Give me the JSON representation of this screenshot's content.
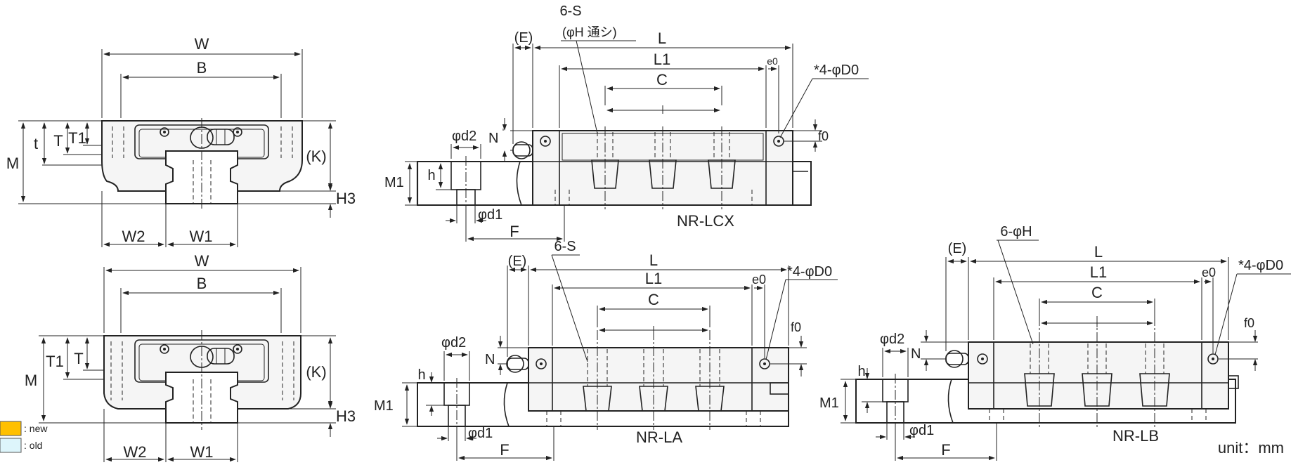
{
  "header_text": "",
  "legend": {
    "new_label": ": new",
    "old_label": ": old",
    "new_color": "#ffc000",
    "old_color": "#ddf5fb"
  },
  "unit_label": "unit：mm",
  "end_views": {
    "top": {
      "W": "W",
      "B": "B",
      "M": "M",
      "t": "t",
      "T": "T",
      "T1": "T1",
      "K": "(K)",
      "H3": "H3",
      "W2": "W2",
      "W1": "W1"
    },
    "bottom": {
      "W": "W",
      "B": "B",
      "M": "M",
      "T1": "T1",
      "T": "T",
      "K": "(K)",
      "H3": "H3",
      "W2": "W2",
      "W1": "W1"
    }
  },
  "side_views": {
    "lcx": {
      "model": "NR-LCX",
      "holes": "6-S",
      "holes_note": "(φH 通シ)",
      "E": "(E)",
      "L": "L",
      "L1": "L1",
      "e0": "e0",
      "C": "C",
      "D0": "*4-φD0",
      "d2": "φd2",
      "N": "N",
      "f0": "f0",
      "h": "h",
      "M1": "M1",
      "d1": "φd1",
      "F": "F"
    },
    "la": {
      "model": "NR-LA",
      "holes": "6-S",
      "E": "(E)",
      "L": "L",
      "L1": "L1",
      "e0": "e0",
      "C": "C",
      "D0": "*4-φD0",
      "d2": "φd2",
      "N": "N",
      "f0": "f0",
      "h": "h",
      "M1": "M1",
      "d1": "φd1",
      "F": "F"
    },
    "lb": {
      "model": "NR-LB",
      "holes": "6-φH",
      "E": "(E)",
      "L": "L",
      "L1": "L1",
      "e0": "e0",
      "C": "C",
      "D0": "*4-φD0",
      "d2": "φd2",
      "N": "N",
      "f0": "f0",
      "h": "h",
      "M1": "M1",
      "d1": "φd1",
      "F": "F"
    }
  }
}
